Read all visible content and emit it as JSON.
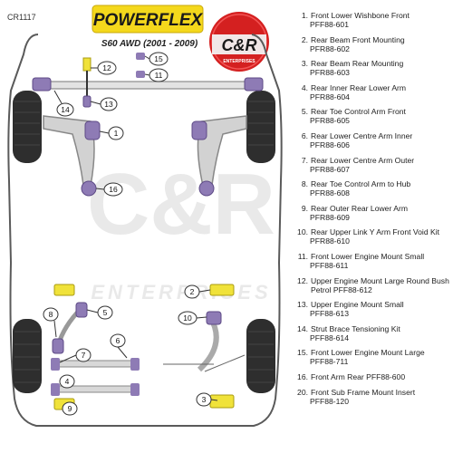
{
  "diagram": {
    "code": "CR1117",
    "brand_logo_text": "POWERFLEX",
    "model_subtitle": "S60 AWD (2001 - 2009)",
    "dealer_logo_text": "C&R",
    "dealer_logo_subtext": "ENTERPRISES",
    "watermark_text": "C&R",
    "watermark_subtext": "ENTERPRISES",
    "colors": {
      "bush_purple": "#8e7bb5",
      "bush_yellow": "#f0e23a",
      "body_line": "#5a5a5a",
      "tyre_dark": "#2a2a2a",
      "logo_red": "#d42020"
    }
  },
  "callouts": [
    "1",
    "2",
    "3",
    "4",
    "5",
    "6",
    "7",
    "8",
    "9",
    "10",
    "11",
    "12",
    "13",
    "14",
    "15",
    "16"
  ],
  "parts": [
    {
      "num": "1.",
      "name": "Front Lower Wishbone Front",
      "code": "PFF88-601"
    },
    {
      "num": "2.",
      "name": "Rear Beam Front Mounting",
      "code": "PFR88-602"
    },
    {
      "num": "3.",
      "name": "Rear Beam Rear Mounting",
      "code": "PFR88-603"
    },
    {
      "num": "4.",
      "name": "Rear Inner Rear Lower Arm",
      "code": "PFR88-604"
    },
    {
      "num": "5.",
      "name": "Rear Toe Control Arm Front",
      "code": "PFR88-605"
    },
    {
      "num": "6.",
      "name": "Rear Lower Centre Arm Inner",
      "code": "PFR88-606"
    },
    {
      "num": "7.",
      "name": "Rear Lower Centre Arm Outer",
      "code": "PFR88-607"
    },
    {
      "num": "8.",
      "name": "Rear Toe Control Arm to Hub",
      "code": "PFR88-608"
    },
    {
      "num": "9.",
      "name": "Rear Outer Rear Lower Arm",
      "code": "PFR88-609"
    },
    {
      "num": "10.",
      "name": "Rear Upper Link Y Arm Front Void Kit",
      "code": "PFR88-610"
    },
    {
      "num": "11.",
      "name": "Front Lower Engine Mount Small",
      "code": "PFF88-611"
    },
    {
      "num": "12.",
      "name": "Upper Engine Mount Large Round Bush Petrol PFF88-612",
      "code": ""
    },
    {
      "num": "13.",
      "name": "Upper Engine Mount Small",
      "code": "PFF88-613"
    },
    {
      "num": "14.",
      "name": "Strut Brace Tensioning Kit",
      "code": "PFF88-614"
    },
    {
      "num": "15.",
      "name": " Front Lower Engine Mount Large",
      "code": "PFF88-711"
    },
    {
      "num": "16.",
      "name": "Front Arm Rear PFF88-600",
      "code": ""
    },
    {
      "num": "20.",
      "name": "Front Sub Frame Mount Insert",
      "code": "PFF88-120"
    }
  ]
}
